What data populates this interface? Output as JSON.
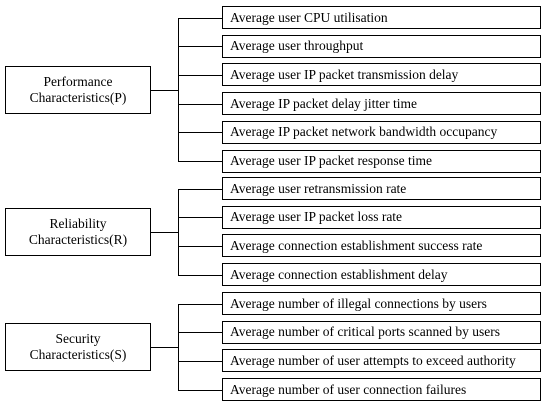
{
  "groups": [
    {
      "name_line1": "Performance",
      "name_line2": "Characteristics(P)",
      "items": [
        "Average user CPU utilisation",
        "Average user throughput",
        "Average user IP packet transmission delay",
        "Average IP packet delay jitter time",
        "Average IP packet network bandwidth occupancy",
        "Average user IP packet response time"
      ]
    },
    {
      "name_line1": "Reliability",
      "name_line2": "Characteristics(R)",
      "items": [
        "Average user retransmission rate",
        "Average user IP packet loss rate",
        "Average connection establishment success rate",
        "Average connection establishment delay"
      ]
    },
    {
      "name_line1": "Security",
      "name_line2": "Characteristics(S)",
      "items": [
        "Average number of illegal connections by users",
        "Average number of critical ports scanned by users",
        "Average number of user attempts to exceed authority",
        "Average number of user connection failures"
      ]
    }
  ]
}
